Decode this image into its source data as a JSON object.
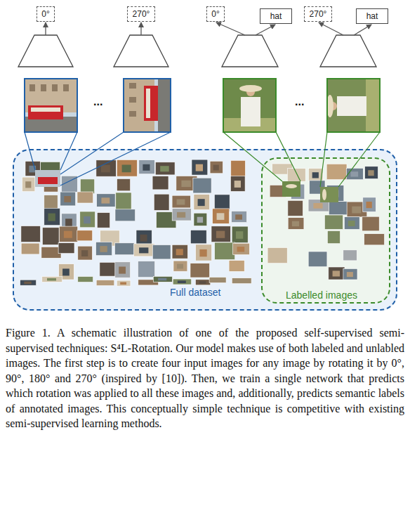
{
  "diagram": {
    "caption": "Figure 1. A schematic illustration of one of the proposed self-supervised semi-supervised techniques: S⁴L-Rotation. Our model makes use of both labeled and unlabled images. The first step is to create four input images for any image by rotating it by 0°, 90°, 180° and 270° (inspired by [10]). Then, we train a single network that predicts which rotation was applied to all these images and, additionally, predicts semantic labels of annotated images. This conceptually simple technique is competitive with existing semi-supervised learning methods.",
    "nodes": [
      {
        "text": [
          "0°"
        ]
      },
      {
        "text": [
          "270°"
        ]
      },
      {
        "text": [
          "0°"
        ]
      },
      {
        "text": [
          "hat"
        ]
      },
      {
        "text": [
          "270°"
        ]
      },
      {
        "text": [
          "hat"
        ]
      },
      {
        "text": [
          "Full dataset"
        ]
      },
      {
        "text": [
          "Labelled images"
        ],
        "in": 6
      }
    ],
    "labels": [
      "...",
      "..."
    ]
  }
}
